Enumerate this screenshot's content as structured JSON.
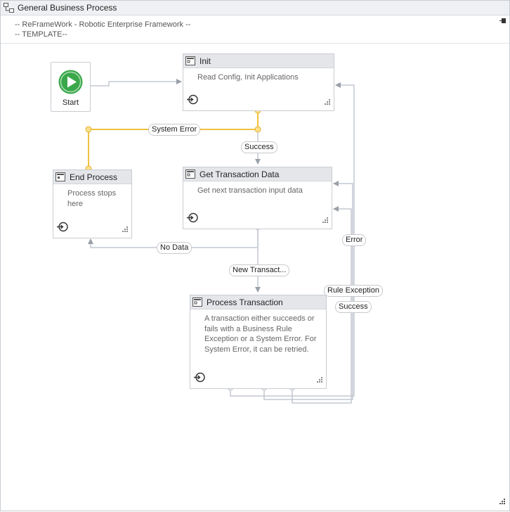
{
  "window": {
    "title": "General Business Process"
  },
  "annotation": {
    "line1": "-- ReFrameWork - Robotic Enterprise Framework --",
    "line2": "-- TEMPLATE--"
  },
  "start": {
    "label": "Start"
  },
  "states": {
    "init": {
      "name": "Init",
      "description": "Read Config, Init Applications"
    },
    "get_transaction": {
      "name": "Get Transaction Data",
      "description": "Get next transaction input data"
    },
    "end_process": {
      "name": "End Process",
      "description_line1": "Process stops",
      "description_line2": "here"
    },
    "process_transaction": {
      "name": "Process Transaction",
      "description_line1": "A transaction either succeeds or",
      "description_line2": "fails with a Business Rule",
      "description_line3": "Exception or a System Error. For",
      "description_line4": "System Error, it can be retried."
    }
  },
  "transitions": {
    "system_error": "System Error",
    "success_init": "Success",
    "no_data": "No Data",
    "new_transaction": "New Transact...",
    "error": "Error",
    "rule_exception": "Rule Exception",
    "success_process": "Success"
  },
  "colors": {
    "selected_wire": "#f0c040",
    "wire": "#c4c8d0",
    "arrow": "#9aa0a8",
    "play_green": "#3aa84a"
  },
  "icons": [
    "flowchart-icon",
    "pin-icon",
    "state-icon",
    "entry-icon",
    "resize-grip-icon",
    "play-icon"
  ]
}
